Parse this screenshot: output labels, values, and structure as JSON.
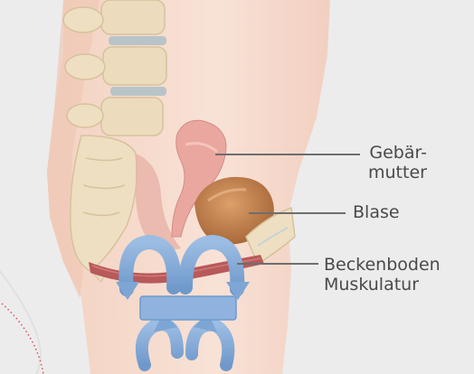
{
  "labels": {
    "uterus_line1": "Gebär-",
    "uterus_line2": "mutter",
    "bladder": "Blase",
    "pelvic_line1": "Beckenboden",
    "pelvic_line2": "Muskulatur"
  },
  "colors": {
    "background": "#ececed",
    "skin": "#f6dccf",
    "bone": "#ead8b8",
    "disc": "#b9c4c9",
    "uterus": "#e9a79f",
    "bladder": "#c8874f",
    "muscle": "#b8595a",
    "arrow": "#7ea6d4",
    "leader_line": "#6e6e6e",
    "label_text": "#4a4a4a",
    "accent_dots": "#d9534f"
  }
}
